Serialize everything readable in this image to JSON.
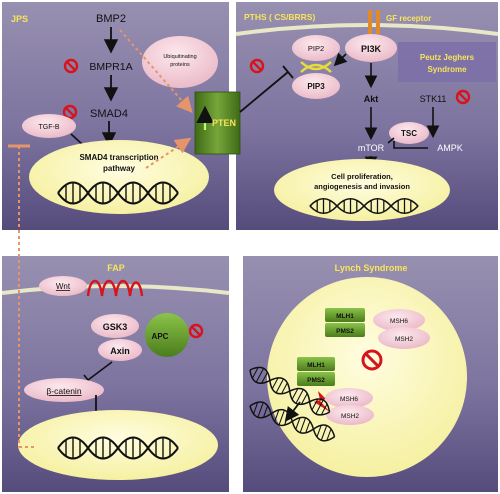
{
  "panels": {
    "jps": {
      "title": "JPS",
      "bmp2": "BMP2",
      "bmpr1a": "BMPR1A",
      "smad4": "SMAD4",
      "tgfb": "TGF-B",
      "ub_line1": "Ubiquitinating",
      "ub_line2": "proteins",
      "pathway_line1": "SMAD4 transcription",
      "pathway_line2": "pathway"
    },
    "center": {
      "pten": "PTEN"
    },
    "pths": {
      "title": "PTHS ( CS/BRRS)",
      "gf_receptor": "GF receptor",
      "pip2": "PIP2",
      "pip3": "PIP3",
      "pi3k": "PI3K",
      "akt": "Akt",
      "mtor": "mTOR",
      "tsc": "TSC",
      "ampk": "AMPK",
      "stk11": "STK11",
      "outcome_line1": "Cell proliferation,",
      "outcome_line2": "angiogenesis and invasion",
      "pj_line1": "Peutz Jeghers",
      "pj_line2": "Syndrome"
    },
    "fap": {
      "title": "FAP",
      "wnt": "Wnt",
      "gsk3": "GSK3",
      "axin": "Axin",
      "apc": "APC",
      "beta_catenin": "β-catenin"
    },
    "lynch": {
      "title": "Lynch Syndrome",
      "mlh1_top": "MLH1",
      "pms2_top": "PMS2",
      "msh6_top": "MSH6",
      "msh2_top": "MSH2",
      "mlh1_bottom": "MLH1",
      "pms2_bottom": "PMS2",
      "msh6_bottom": "MSH6",
      "msh2_bottom": "MSH2"
    }
  },
  "colors": {
    "panel_top": "#8c83a6",
    "panel_bottom": "#5d5480",
    "pink_node": "#f4ccd6",
    "yellow_oval": "#fbf7b8",
    "green_node": "#5e8e2c",
    "title_yellow": "#f7e55a",
    "inhibit_red": "#d7141c",
    "dashed_orange": "#e6956a"
  }
}
